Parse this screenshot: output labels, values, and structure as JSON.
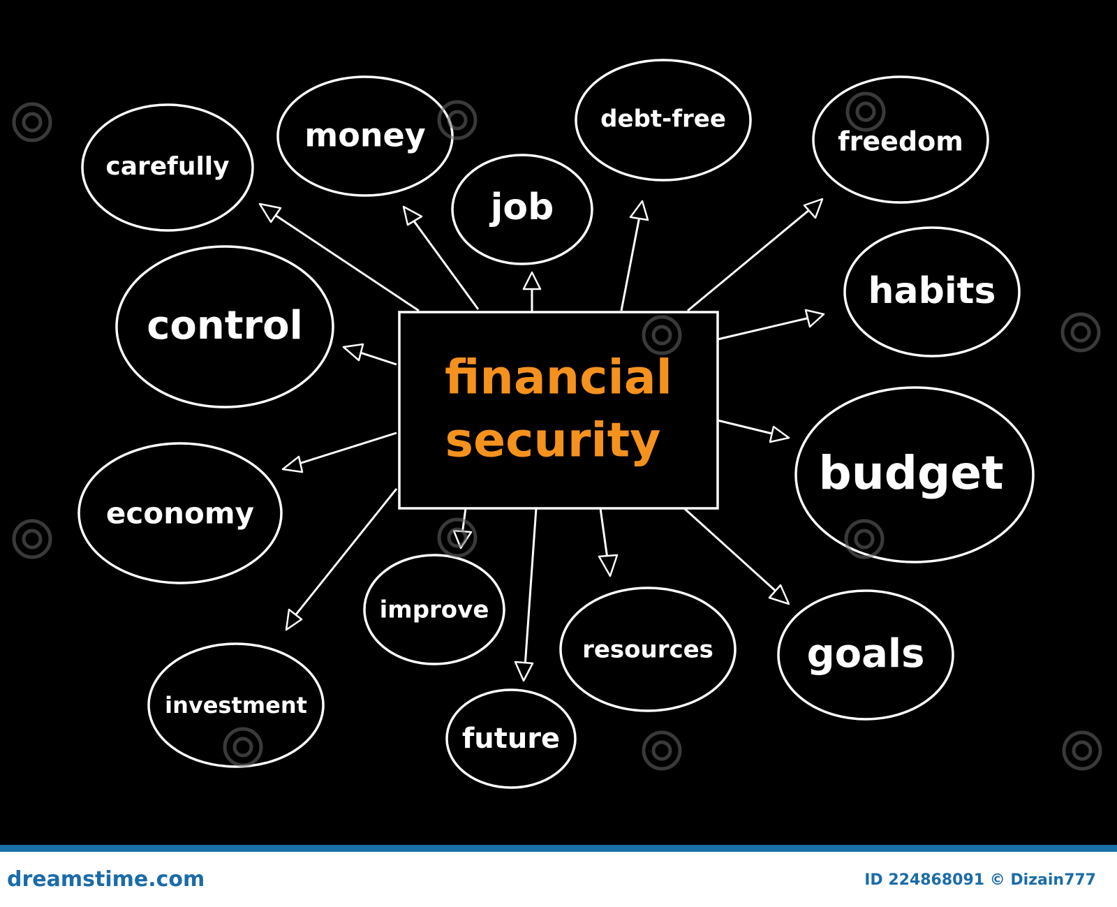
{
  "diagram": {
    "center": {
      "line1": "financial",
      "line2": "security"
    },
    "nodes": {
      "carefully": "carefully",
      "money": "money",
      "job": "job",
      "debt_free": "debt-free",
      "freedom": "freedom",
      "control": "control",
      "habits": "habits",
      "economy": "economy",
      "budget": "budget",
      "improve": "improve",
      "resources": "resources",
      "goals": "goals",
      "investment": "investment",
      "future": "future"
    }
  },
  "footer": {
    "logo": "dreamstime.com",
    "id_text": "ID 224868091 © Dizain777"
  }
}
